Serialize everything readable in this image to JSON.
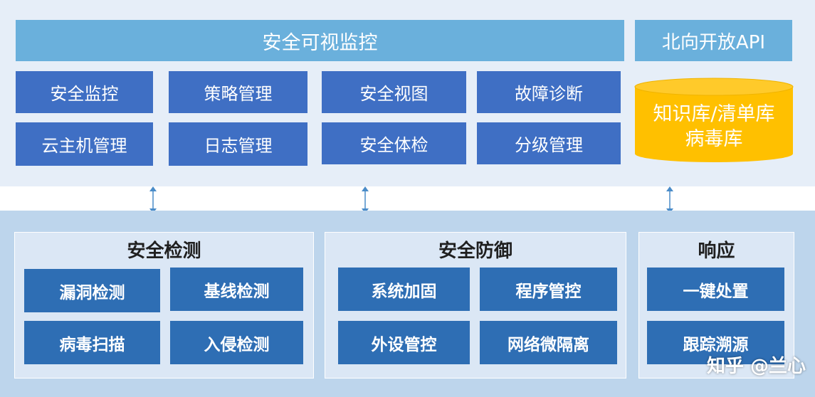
{
  "top": {
    "header": "安全可视监控",
    "modules": [
      "安全监控",
      "策略管理",
      "安全视图",
      "故障诊断",
      "云主机管理",
      "日志管理",
      "安全体检",
      "分级管理"
    ],
    "api": "北向开放API",
    "db_line1": "知识库/清单库",
    "db_line2": "病毒库"
  },
  "sections": {
    "detect": {
      "title": "安全检测",
      "items": [
        "漏洞检测",
        "基线检测",
        "病毒扫描",
        "入侵检测"
      ]
    },
    "defend": {
      "title": "安全防御",
      "items": [
        "系统加固",
        "程序管控",
        "外设管控",
        "网络微隔离"
      ]
    },
    "respond": {
      "title": "响应",
      "items": [
        "一键处置",
        "跟踪溯源"
      ]
    }
  },
  "watermark": "知乎 @兰心",
  "colors": {
    "header": "#6ab0dc",
    "module": "#3f6fc4",
    "module_bottom": "#2e6eb4",
    "db": "#ffc000",
    "arrow": "#4a8cc9",
    "top_bg": "#e6eef8",
    "bottom_bg": "#bdd5ec"
  }
}
